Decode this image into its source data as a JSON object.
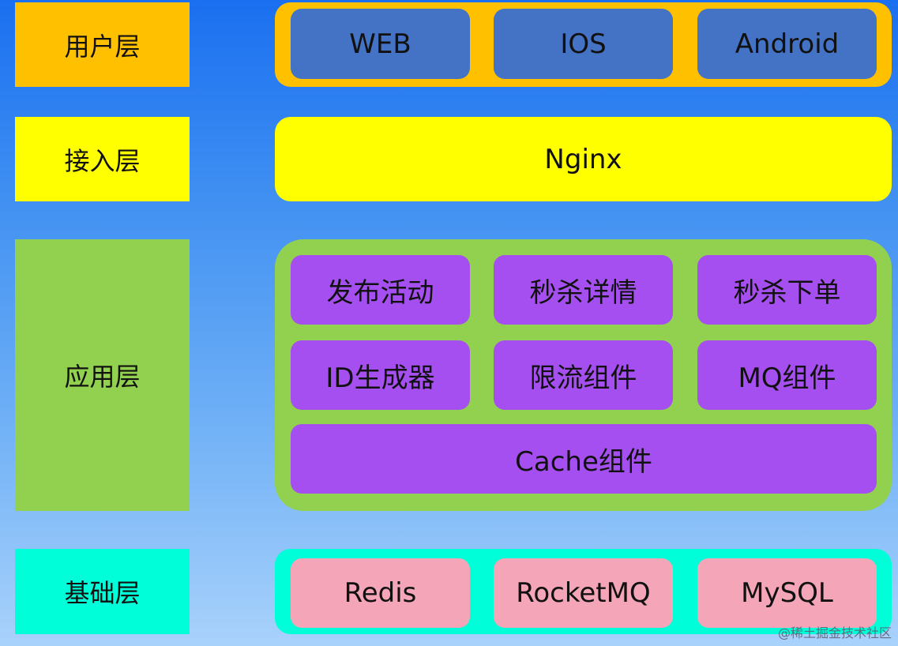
{
  "layers": {
    "user": {
      "label": "用户层",
      "items": [
        "WEB",
        "IOS",
        "Android"
      ]
    },
    "access": {
      "label": "接入层",
      "items": [
        "Nginx"
      ]
    },
    "application": {
      "label": "应用层",
      "items": [
        "发布活动",
        "秒杀详情",
        "秒杀下单",
        "ID生成器",
        "限流组件",
        "MQ组件",
        "Cache组件"
      ]
    },
    "base": {
      "label": "基础层",
      "items": [
        "Redis",
        "RocketMQ",
        "MySQL"
      ]
    }
  },
  "watermark": "@稀土掘金技术社区",
  "colors": {
    "user": "#ffc000",
    "access": "#ffff00",
    "application": "#92d050",
    "base": "#00ffd9",
    "user_items": "#4472c4",
    "app_items": "#a64ff0",
    "base_items": "#f4a6b8"
  }
}
